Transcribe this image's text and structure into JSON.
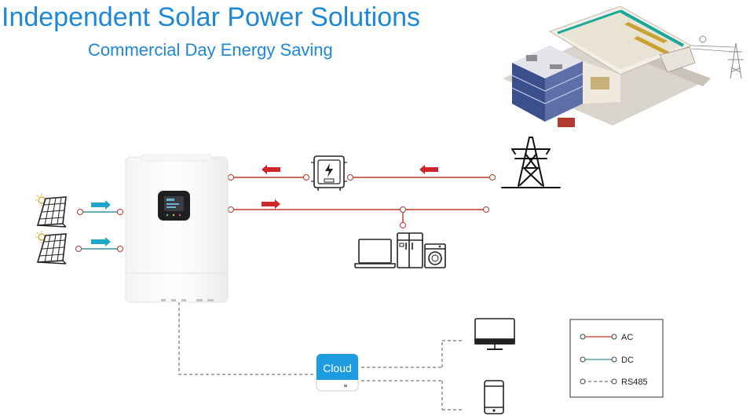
{
  "header": {
    "title": "Independent Solar Power Solutions",
    "subtitle": "Commercial Day Energy Saving"
  },
  "cloud": {
    "label": "Cloud"
  },
  "legend": {
    "items": [
      {
        "label": "AC",
        "style": "solid",
        "color": "#c0392b"
      },
      {
        "label": "DC",
        "style": "solid",
        "color": "#3a8f9a"
      },
      {
        "label": "RS485",
        "style": "dashed",
        "color": "#555555"
      }
    ]
  },
  "colors": {
    "title": "#1e88d6",
    "ac_line": "#c0392b",
    "dc_line": "#3a8f9a",
    "rs485_line": "#555555",
    "arrow_red": "#d0262a",
    "arrow_blue": "#1ea7c9",
    "cloud_bg": "#1c9be0"
  },
  "icons": [
    "solar-panel-icon",
    "inverter-icon",
    "inverter-display-icon",
    "distribution-box-icon",
    "power-tower-icon",
    "laptop-icon",
    "refrigerator-icon",
    "washing-machine-icon",
    "cloud-device-icon",
    "monitor-icon",
    "smartphone-icon",
    "commercial-building-icon"
  ]
}
